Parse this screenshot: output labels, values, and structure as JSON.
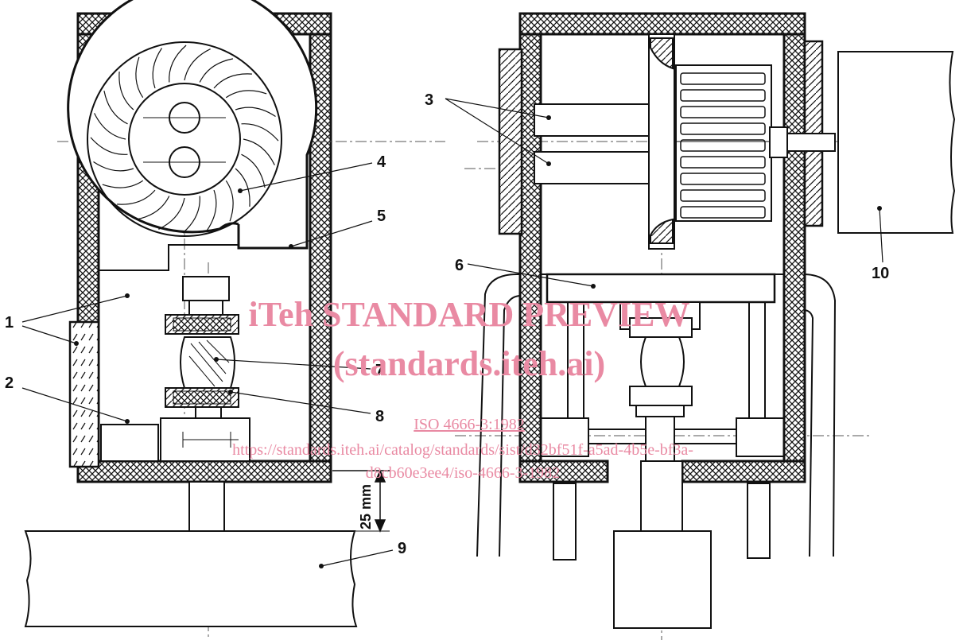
{
  "callouts": {
    "c1": "1",
    "c2": "2",
    "c3": "3",
    "c4": "4",
    "c5": "5",
    "c6": "6",
    "c7": "7",
    "c8": "8",
    "c9": "9",
    "c10": "10"
  },
  "dimension": {
    "label": "25 mm"
  },
  "watermark": {
    "title": "iTeh STANDARD PREVIEW",
    "subtitle": "(standards.iteh.ai)",
    "standard_link": "ISO 4666-3:1982",
    "url_line1": "https://standards.iteh.ai/catalog/standards/sist/d32bf51f-a5ad-4b5e-bf3a-",
    "url_line2": "d8cb60e3ee4/iso-4666-3-1982"
  },
  "colors": {
    "ink": "#111111",
    "watermark": "#e98aa3",
    "centerline": "#555555"
  }
}
